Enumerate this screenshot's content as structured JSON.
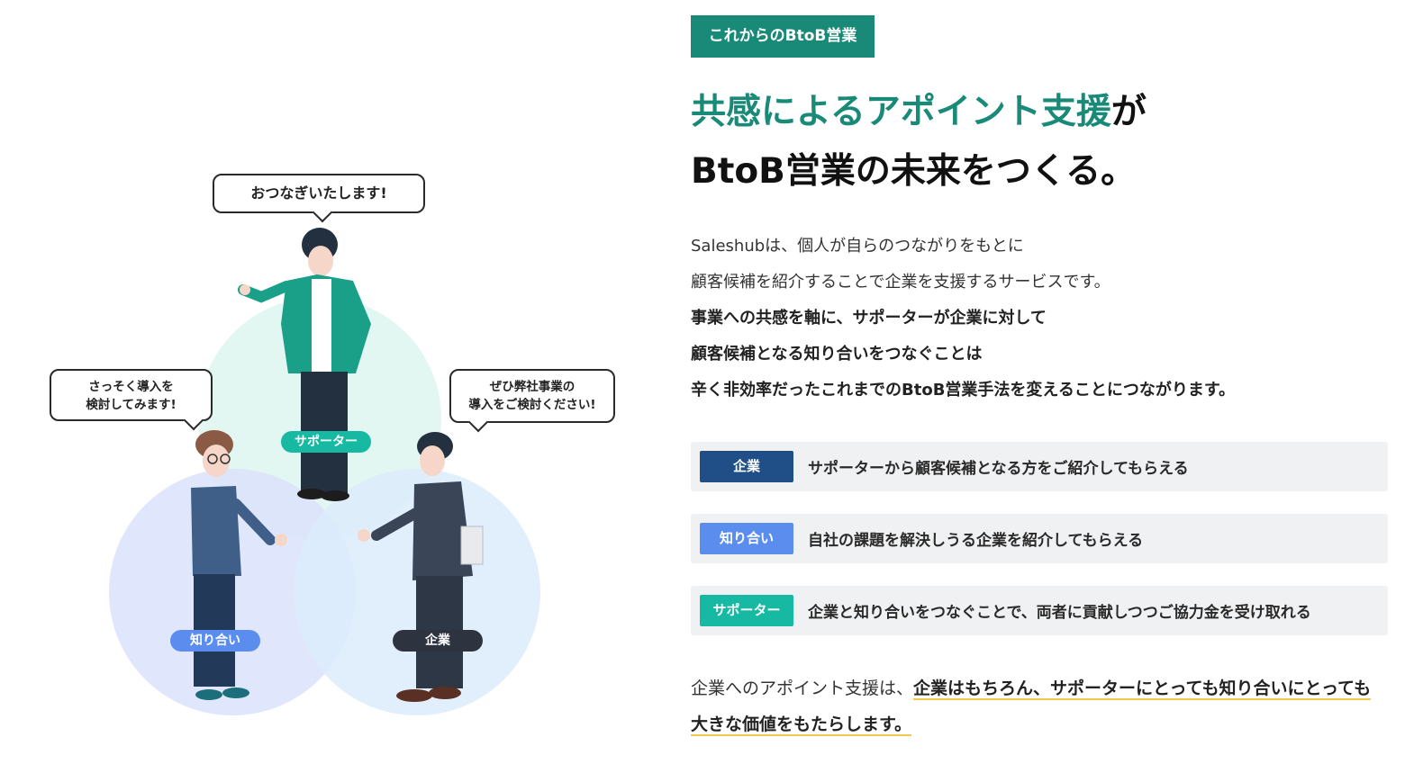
{
  "illustration": {
    "bubble_top": "おつなぎいたします!",
    "bubble_left": [
      "さっそく導入を",
      "検討してみます!"
    ],
    "bubble_right": [
      "ぜひ弊社事業の",
      "導入をご検討ください!"
    ],
    "labels": {
      "supporter": "サポーター",
      "acquaintance": "知り合い",
      "company": "企業"
    }
  },
  "eyebrow": "これからのBtoB営業",
  "headline": {
    "accent": "共感によるアポイント支援",
    "rest_line1": "が",
    "line2": "BtoB営業の未来をつくる。"
  },
  "intro": {
    "lines": [
      "Saleshubは、個人が自らのつながりをもとに",
      "顧客候補を紹介することで企業を支援するサービスです。"
    ],
    "bold_lines": [
      "事業への共感を軸に、サポーターが企業に対して",
      "顧客候補となる知り合いをつなぐことは",
      "辛く非効率だったこれまでのBtoB営業手法を変えることにつながります。"
    ]
  },
  "roles": [
    {
      "badge": "企業",
      "color": "#1f4f86",
      "desc": "サポーターから顧客候補となる方をご紹介してもらえる"
    },
    {
      "badge": "知り合い",
      "color": "#5b8def",
      "desc": "自社の課題を解決しうる企業を紹介してもらえる"
    },
    {
      "badge": "サポーター",
      "color": "#17b9a3",
      "desc": "企業と知り合いをつなぐことで、両者に貢献しつつご協力金を受け取れる"
    }
  ],
  "footer": {
    "plain": "企業へのアポイント支援は、",
    "highlight": "企業はもちろん、サポーターにとっても知り合いにとっても大きな価値をもたらします。"
  },
  "colors": {
    "brand": "#1a8a78",
    "supporter": "#17b9a3",
    "acquaintance": "#5b8def",
    "company": "#1f4f86",
    "company_pill": "#2d3440"
  }
}
